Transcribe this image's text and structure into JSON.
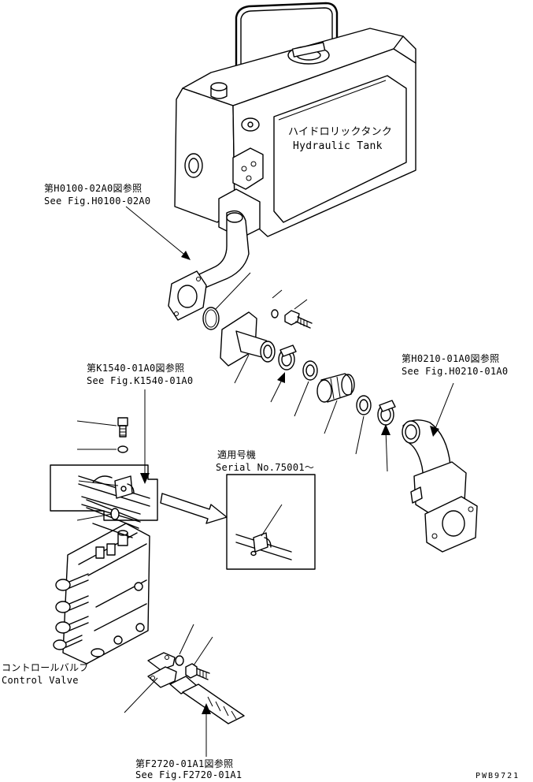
{
  "labels": {
    "tank_jp": "ハイドロリックタンク",
    "tank_en": "Hydraulic Tank",
    "ref_h0100_jp": "第H0100-02A0図参照",
    "ref_h0100_en": "See Fig.H0100-02A0",
    "ref_h0210_jp": "第H0210-01A0図参照",
    "ref_h0210_en": "See Fig.H0210-01A0",
    "ref_k1540_jp": "第K1540-01A0図参照",
    "ref_k1540_en": "See Fig.K1540-01A0",
    "serial_jp": "適用号機",
    "serial_en": "Serial No.75001～",
    "valve_jp": "コントロールバルブ",
    "valve_en": "Control Valve",
    "ref_f2720_jp": "第F2720-01A1図参照",
    "ref_f2720_en": "See Fig.F2720-01A1",
    "drawing_code": "PWB9721"
  }
}
